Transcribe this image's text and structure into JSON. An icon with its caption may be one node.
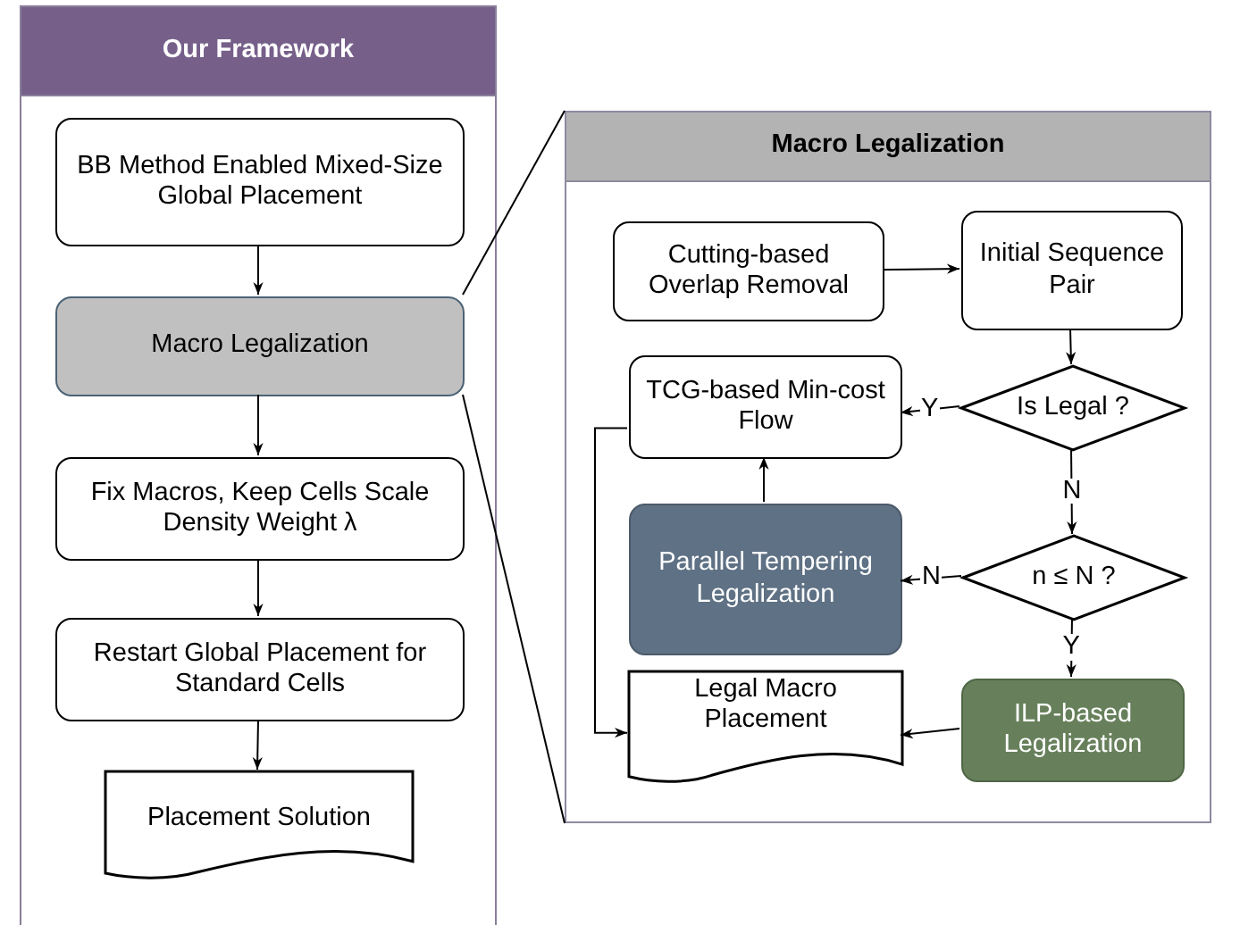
{
  "diagram": {
    "nodes": [
      {
        "text": [
          "Our Framework"
        ]
      },
      {
        "text": [
          "BB Method Enabled Mixed-Size Global Placement"
        ],
        "in": 0
      },
      {
        "text": [
          "Macro Legalization"
        ],
        "in": 0
      },
      {
        "text": [
          "Fix Macros, Keep Cells Scale Density Weight λ"
        ],
        "in": 0
      },
      {
        "text": [
          "Restart Global Placement for Standard Cells"
        ],
        "in": 0
      },
      {
        "text": [
          "Placement Solution"
        ],
        "in": 0
      },
      {
        "text": [
          "Macro Legalization"
        ]
      },
      {
        "text": [
          "Cutting-based Overlap Removal"
        ],
        "in": 6
      },
      {
        "text": [
          "Initial Sequence Pair"
        ],
        "in": 6
      },
      {
        "text": [
          "TCG-based Min-cost Flow"
        ],
        "in": 6
      },
      {
        "text": [
          "Is Legal ?"
        ],
        "in": 6
      },
      {
        "text": [
          "Parallel Tempering Legalization"
        ],
        "in": 6
      },
      {
        "text": [
          "n ≤ N ?"
        ],
        "in": 6
      },
      {
        "text": [
          "Legal Macro Placement"
        ],
        "in": 6
      },
      {
        "text": [
          "ILP-based Legalization"
        ],
        "in": 6
      }
    ],
    "edges": [
      {
        "from": 1,
        "to": 2,
        "arrow": "to"
      },
      {
        "from": 2,
        "to": 3,
        "arrow": "to"
      },
      {
        "from": 3,
        "to": 4,
        "arrow": "to"
      },
      {
        "from": 4,
        "to": 5,
        "arrow": "to"
      },
      {
        "from": 2,
        "to": 6,
        "arrow": "none"
      },
      {
        "from": 2,
        "to": 6,
        "arrow": "none"
      },
      {
        "from": 7,
        "to": 8,
        "arrow": "to"
      },
      {
        "from": 8,
        "to": 10,
        "arrow": "to"
      },
      {
        "from": 10,
        "to": 9,
        "arrow": "to",
        "label": "Y"
      },
      {
        "from": 10,
        "to": 12,
        "arrow": "to",
        "label": "N"
      },
      {
        "from": 12,
        "to": 11,
        "arrow": "to",
        "label": "N"
      },
      {
        "from": 12,
        "to": 14,
        "arrow": "to",
        "label": "Y"
      },
      {
        "from": 14,
        "to": 13,
        "arrow": "to"
      },
      {
        "from": 11,
        "to": 9,
        "arrow": "to"
      },
      {
        "from": 9,
        "to": 13,
        "arrow": "to"
      }
    ]
  }
}
